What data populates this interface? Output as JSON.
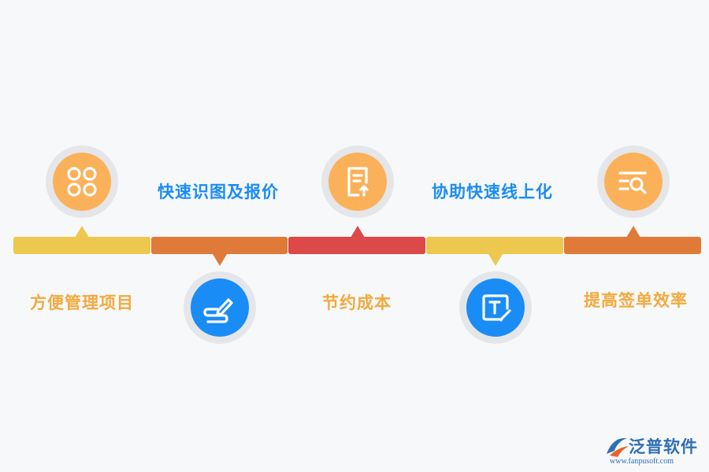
{
  "colors": {
    "yellow": "#ecc84e",
    "orange": "#e07a38",
    "red": "#dd4848",
    "icon_orange": "#fbb15a",
    "icon_blue": "#1a8cf6",
    "label_orange": "#f4a93d",
    "label_blue": "#1a8cf6",
    "ring": "#e5e6e9",
    "logo_blue": "#2f6fb4"
  },
  "timeline": {
    "segments": [
      {
        "color": "yellow"
      },
      {
        "color": "orange"
      },
      {
        "color": "red"
      },
      {
        "color": "yellow"
      },
      {
        "color": "orange"
      }
    ],
    "steps": [
      {
        "label": "方便管理项目",
        "icon": "grid-circles-icon",
        "position": "top"
      },
      {
        "label": "快速识图及报价",
        "icon": "signature-pen-icon",
        "position": "bottom"
      },
      {
        "label": "节约成本",
        "icon": "document-upload-icon",
        "position": "top"
      },
      {
        "label": "协助快速线上化",
        "icon": "text-edit-icon",
        "position": "bottom"
      },
      {
        "label": "提高签单效率",
        "icon": "list-search-icon",
        "position": "top"
      }
    ]
  },
  "watermark": {
    "name": "泛普软件",
    "url": "www.fanpusoft.com"
  }
}
